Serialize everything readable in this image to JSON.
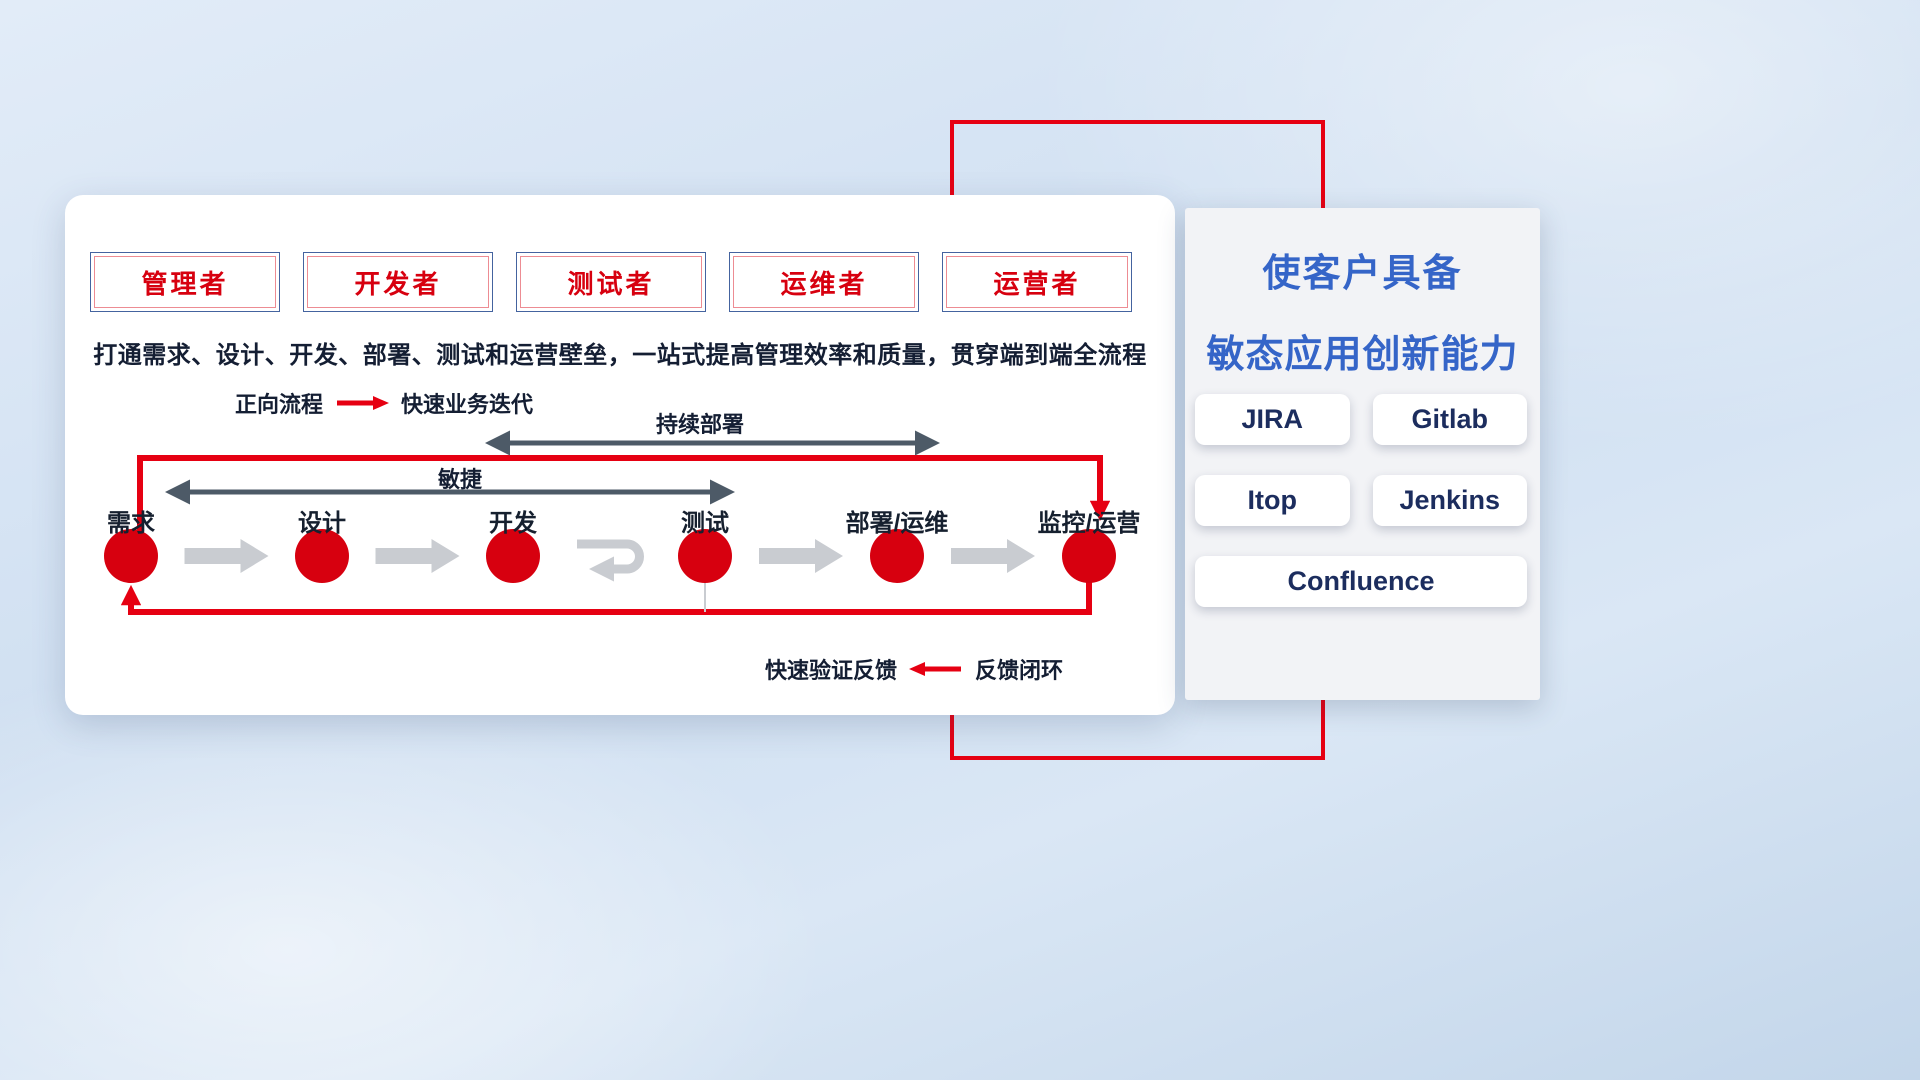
{
  "colors": {
    "accent_red": "#e60012",
    "role_red": "#d7000f",
    "title_blue": "#3565c8",
    "tool_navy": "#1c2d5e"
  },
  "roles": [
    {
      "label": "管理者"
    },
    {
      "label": "开发者"
    },
    {
      "label": "测试者"
    },
    {
      "label": "运维者"
    },
    {
      "label": "运营者"
    }
  ],
  "main": {
    "subtitle": "打通需求、设计、开发、部署、测试和运营壁垒，一站式提高管理效率和质量，贯穿端到端全流程",
    "legend_forward": {
      "label": "正向流程",
      "value": "快速业务迭代"
    },
    "legend_feedback": {
      "label": "快速验证反馈",
      "value": "反馈闭环"
    },
    "span_arrows": [
      {
        "label": "持续部署"
      },
      {
        "label": "敏捷"
      }
    ],
    "flow_nodes": [
      {
        "label": "需求"
      },
      {
        "label": "设计"
      },
      {
        "label": "开发"
      },
      {
        "label": "测试"
      },
      {
        "label": "部署/运维"
      },
      {
        "label": "监控/运营"
      }
    ]
  },
  "side_panel": {
    "title_line1": "使客户具备",
    "title_line2": "敏态应用创新能力",
    "tools": [
      {
        "label": "JIRA"
      },
      {
        "label": "Gitlab"
      },
      {
        "label": "Itop"
      },
      {
        "label": "Jenkins"
      },
      {
        "label": "Confluence"
      }
    ]
  }
}
